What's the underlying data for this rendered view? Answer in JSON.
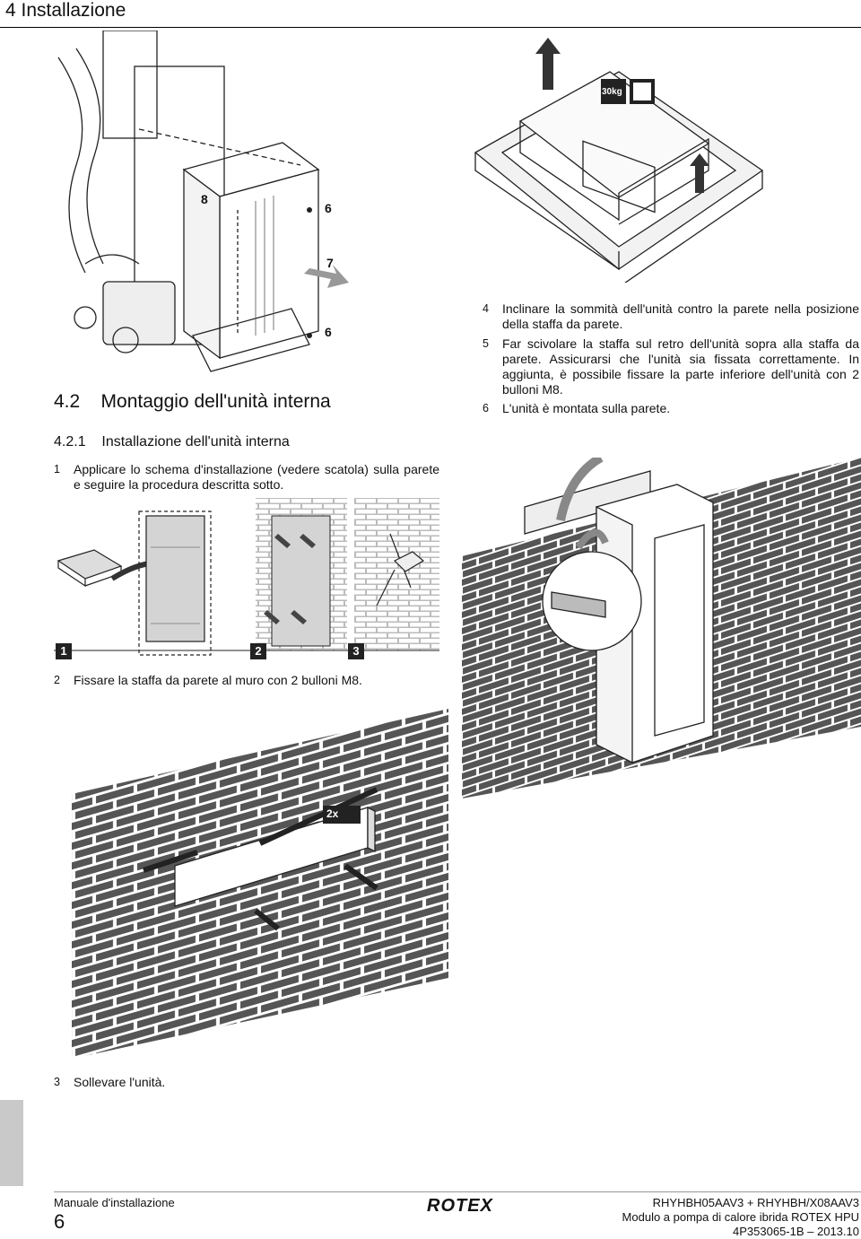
{
  "header": {
    "chapter": "4 Installazione"
  },
  "section": {
    "number": "4.2",
    "title": "Montaggio dell'unità interna"
  },
  "subsection": {
    "number": "4.2.1",
    "title": "Installazione dell'unità interna"
  },
  "steps": [
    {
      "n": "1",
      "text": "Applicare lo schema d'installazione (vedere scatola) sulla parete e seguire la procedura descritta sotto."
    },
    {
      "n": "2",
      "text": "Fissare la staffa da parete al muro con 2 bulloni M8."
    },
    {
      "n": "3",
      "text": "Sollevare l'unità."
    },
    {
      "n": "4",
      "text": "Inclinare la sommità dell'unità contro la parete nella posizione della staffa da parete."
    },
    {
      "n": "5",
      "text": "Far scivolare la staffa sul retro dell'unità sopra alla staffa da parete. Assicurarsi che l'unità sia fissata correttamente. In aggiunta, è possibile fissare la parte inferiore dell'unità con 2 bulloni M8."
    },
    {
      "n": "6",
      "text": "L'unità è montata sulla parete."
    }
  ],
  "figures": {
    "top_left_callouts": [
      "8",
      "6",
      "7",
      "6"
    ],
    "lift_weight": "30kg",
    "step_panels": [
      "1",
      "2",
      "3"
    ],
    "bracket_qty": "2x"
  },
  "footer": {
    "manual": "Manuale d'installazione",
    "page": "6",
    "brand": "ROTEX",
    "model": "RHYHBH05AAV3 + RHYHBH/X08AAV3",
    "product": "Modulo a pompa di calore ibrida ROTEX HPU",
    "doc": "4P353065-1B – 2013.10"
  }
}
